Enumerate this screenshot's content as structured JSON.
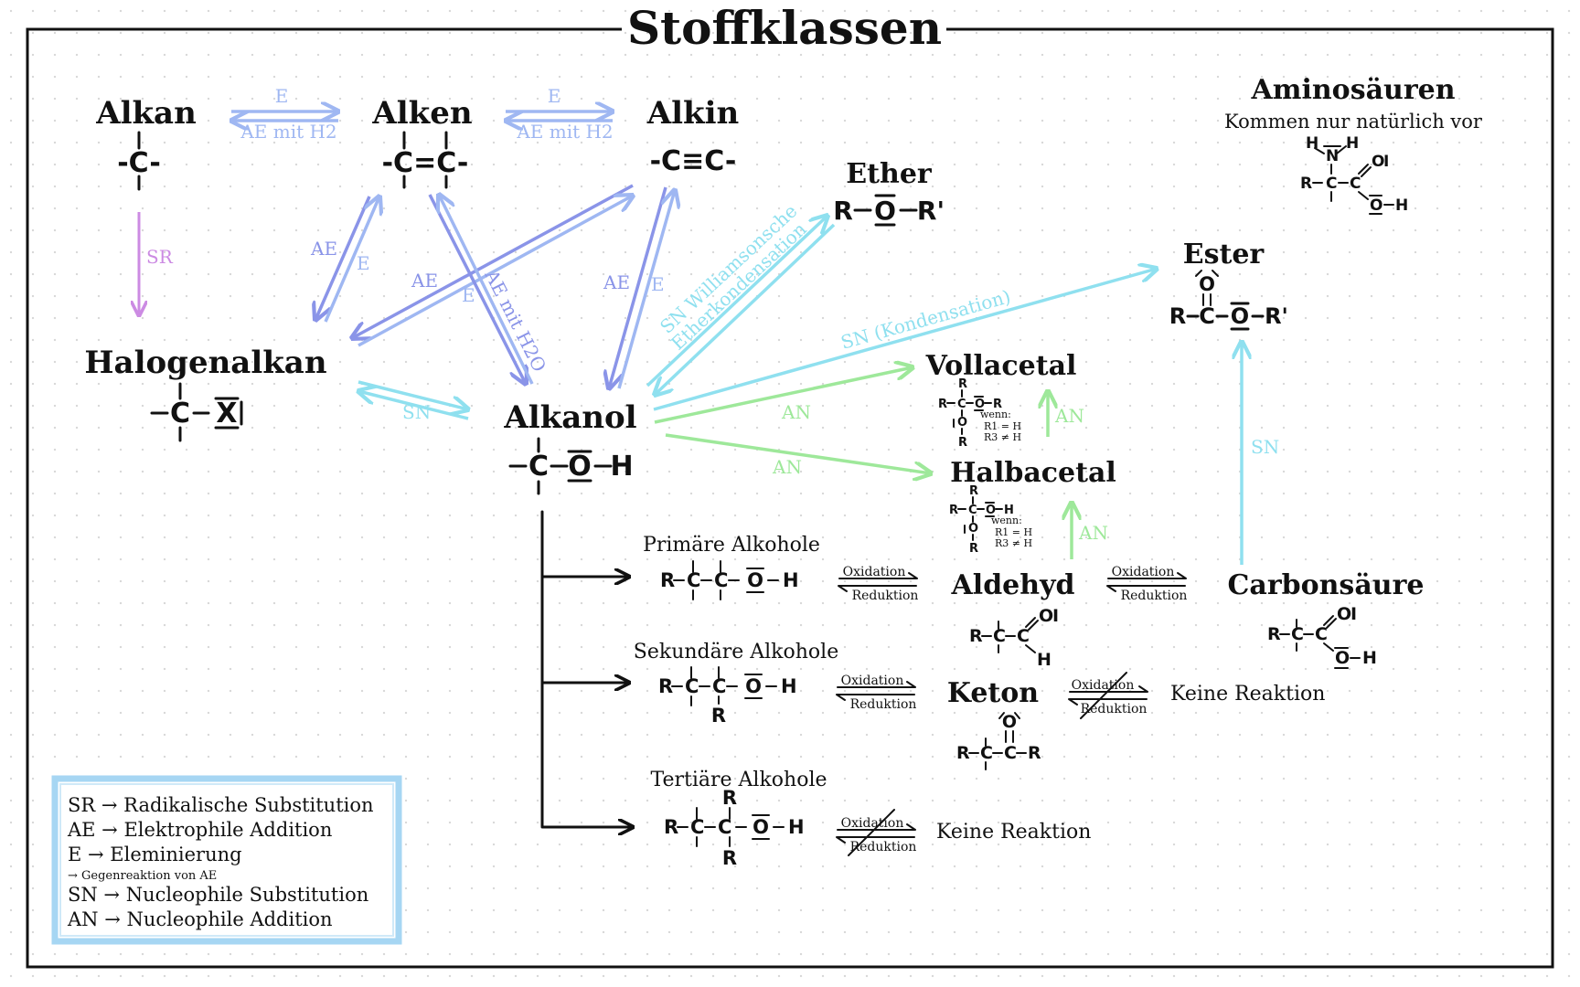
{
  "title": "Stoffklassen",
  "colors": {
    "radical_substitution": "#cc8be3",
    "electrophilic_addition": "#8a94e8",
    "elimination": "#9fb7f2",
    "nucleophilic_substitution": "#8fe0ef",
    "nucleophilic_addition": "#9ee89a",
    "legend_border": "#a6d6f3"
  },
  "classes": {
    "alkan": {
      "name": "Alkan",
      "formula": "-C-"
    },
    "alken": {
      "name": "Alken",
      "formula": "-C=C-"
    },
    "alkin": {
      "name": "Alkin",
      "formula": "-C≡C-"
    },
    "ether": {
      "name": "Ether",
      "formula_r1": "R",
      "formula_o": "O",
      "formula_r2": "R'"
    },
    "ester": {
      "name": "Ester",
      "formula_r": "R",
      "formula_c": "C",
      "formula_o": "O",
      "formula_r2": "R'"
    },
    "aminosaeuren": {
      "name": "Aminosäuren",
      "note": "Kommen nur natürlich vor"
    },
    "halogenalkan": {
      "name": "Halogenalkan",
      "formula_c": "C",
      "formula_x": "X"
    },
    "alkanol": {
      "name": "Alkanol",
      "formula_c": "C",
      "formula_o": "O",
      "formula_h": "H"
    },
    "vollacetal": {
      "name": "Vollacetal",
      "condition": "wenn:",
      "cond1": "R1 = H",
      "cond2": "R3 ≠ H"
    },
    "halbacetal": {
      "name": "Halbacetal",
      "condition": "wenn:",
      "cond1": "R1 = H",
      "cond2": "R3 ≠ H"
    },
    "aldehyd": {
      "name": "Aldehyd"
    },
    "carbonsaeure": {
      "name": "Carbonsäure"
    },
    "keton": {
      "name": "Keton"
    }
  },
  "alcohols": {
    "primaer": "Primäre Alkohole",
    "sekundaer": "Sekundäre Alkohole",
    "tertiaer": "Tertiäre Alkohole"
  },
  "reactions": {
    "e": "E",
    "ae": "AE",
    "ae_h2": "AE mit H2",
    "ae_h2o": "AE mit H2O",
    "sr": "SR",
    "sn": "SN",
    "an": "AN",
    "sn_williamson_1": "SN Williamsonsche",
    "sn_williamson_2": "Etherkondensation",
    "sn_kondensation": "SN (Kondensation)",
    "oxidation": "Oxidation",
    "reduktion": "Reduktion",
    "keine_reaktion": "Keine Reaktion"
  },
  "legend": [
    {
      "abbr": "SR",
      "text": "→ Radikalische Substitution",
      "color": "#cc8be3"
    },
    {
      "abbr": "AE",
      "text": "→ Elektrophile Addition",
      "color": "#8a94e8"
    },
    {
      "abbr": "E",
      "text": "→ Eleminierung",
      "color": "#9fb7f2"
    },
    {
      "abbr": "",
      "text": "→ Gegenreaktion von AE",
      "color": "#111111"
    },
    {
      "abbr": "SN",
      "text": "→ Nucleophile Substitution",
      "color": "#8fe0ef"
    },
    {
      "abbr": "AN",
      "text": "→ Nucleophile Addition",
      "color": "#9ee89a"
    }
  ]
}
